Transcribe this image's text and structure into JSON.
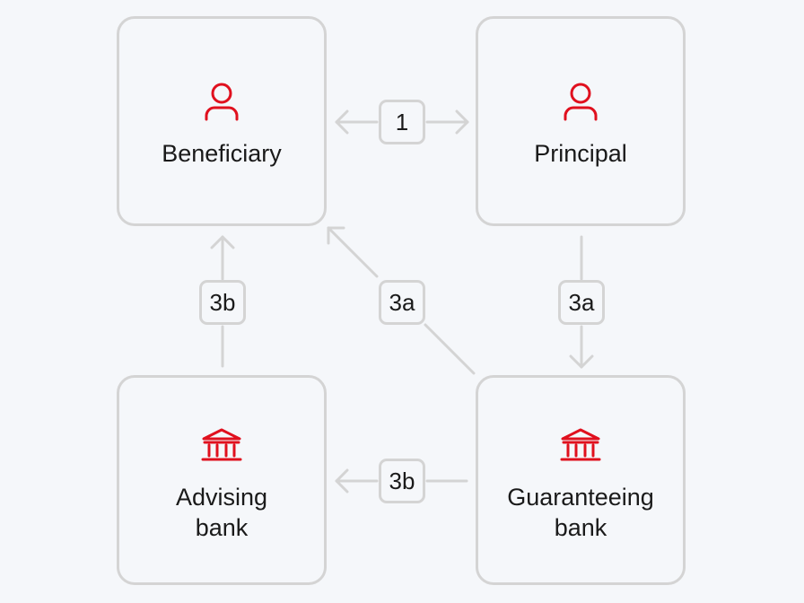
{
  "colors": {
    "accent": "#e0101e",
    "border": "#d4d4d4",
    "background": "#f5f7fa",
    "text": "#1a1a1a"
  },
  "nodes": {
    "beneficiary": {
      "label": "Beneficiary",
      "icon": "person-icon"
    },
    "principal": {
      "label": "Principal",
      "icon": "person-icon"
    },
    "advising_bank": {
      "label_line1": "Advising",
      "label_line2": "bank",
      "icon": "bank-icon"
    },
    "guaranteeing_bank": {
      "label_line1": "Guaranteeing",
      "label_line2": "bank",
      "icon": "bank-icon"
    }
  },
  "edges": {
    "beneficiary_principal": "1",
    "principal_guaranteeing": "3a",
    "guaranteeing_beneficiary": "3a",
    "guaranteeing_advising": "3b",
    "advising_beneficiary": "3b"
  }
}
